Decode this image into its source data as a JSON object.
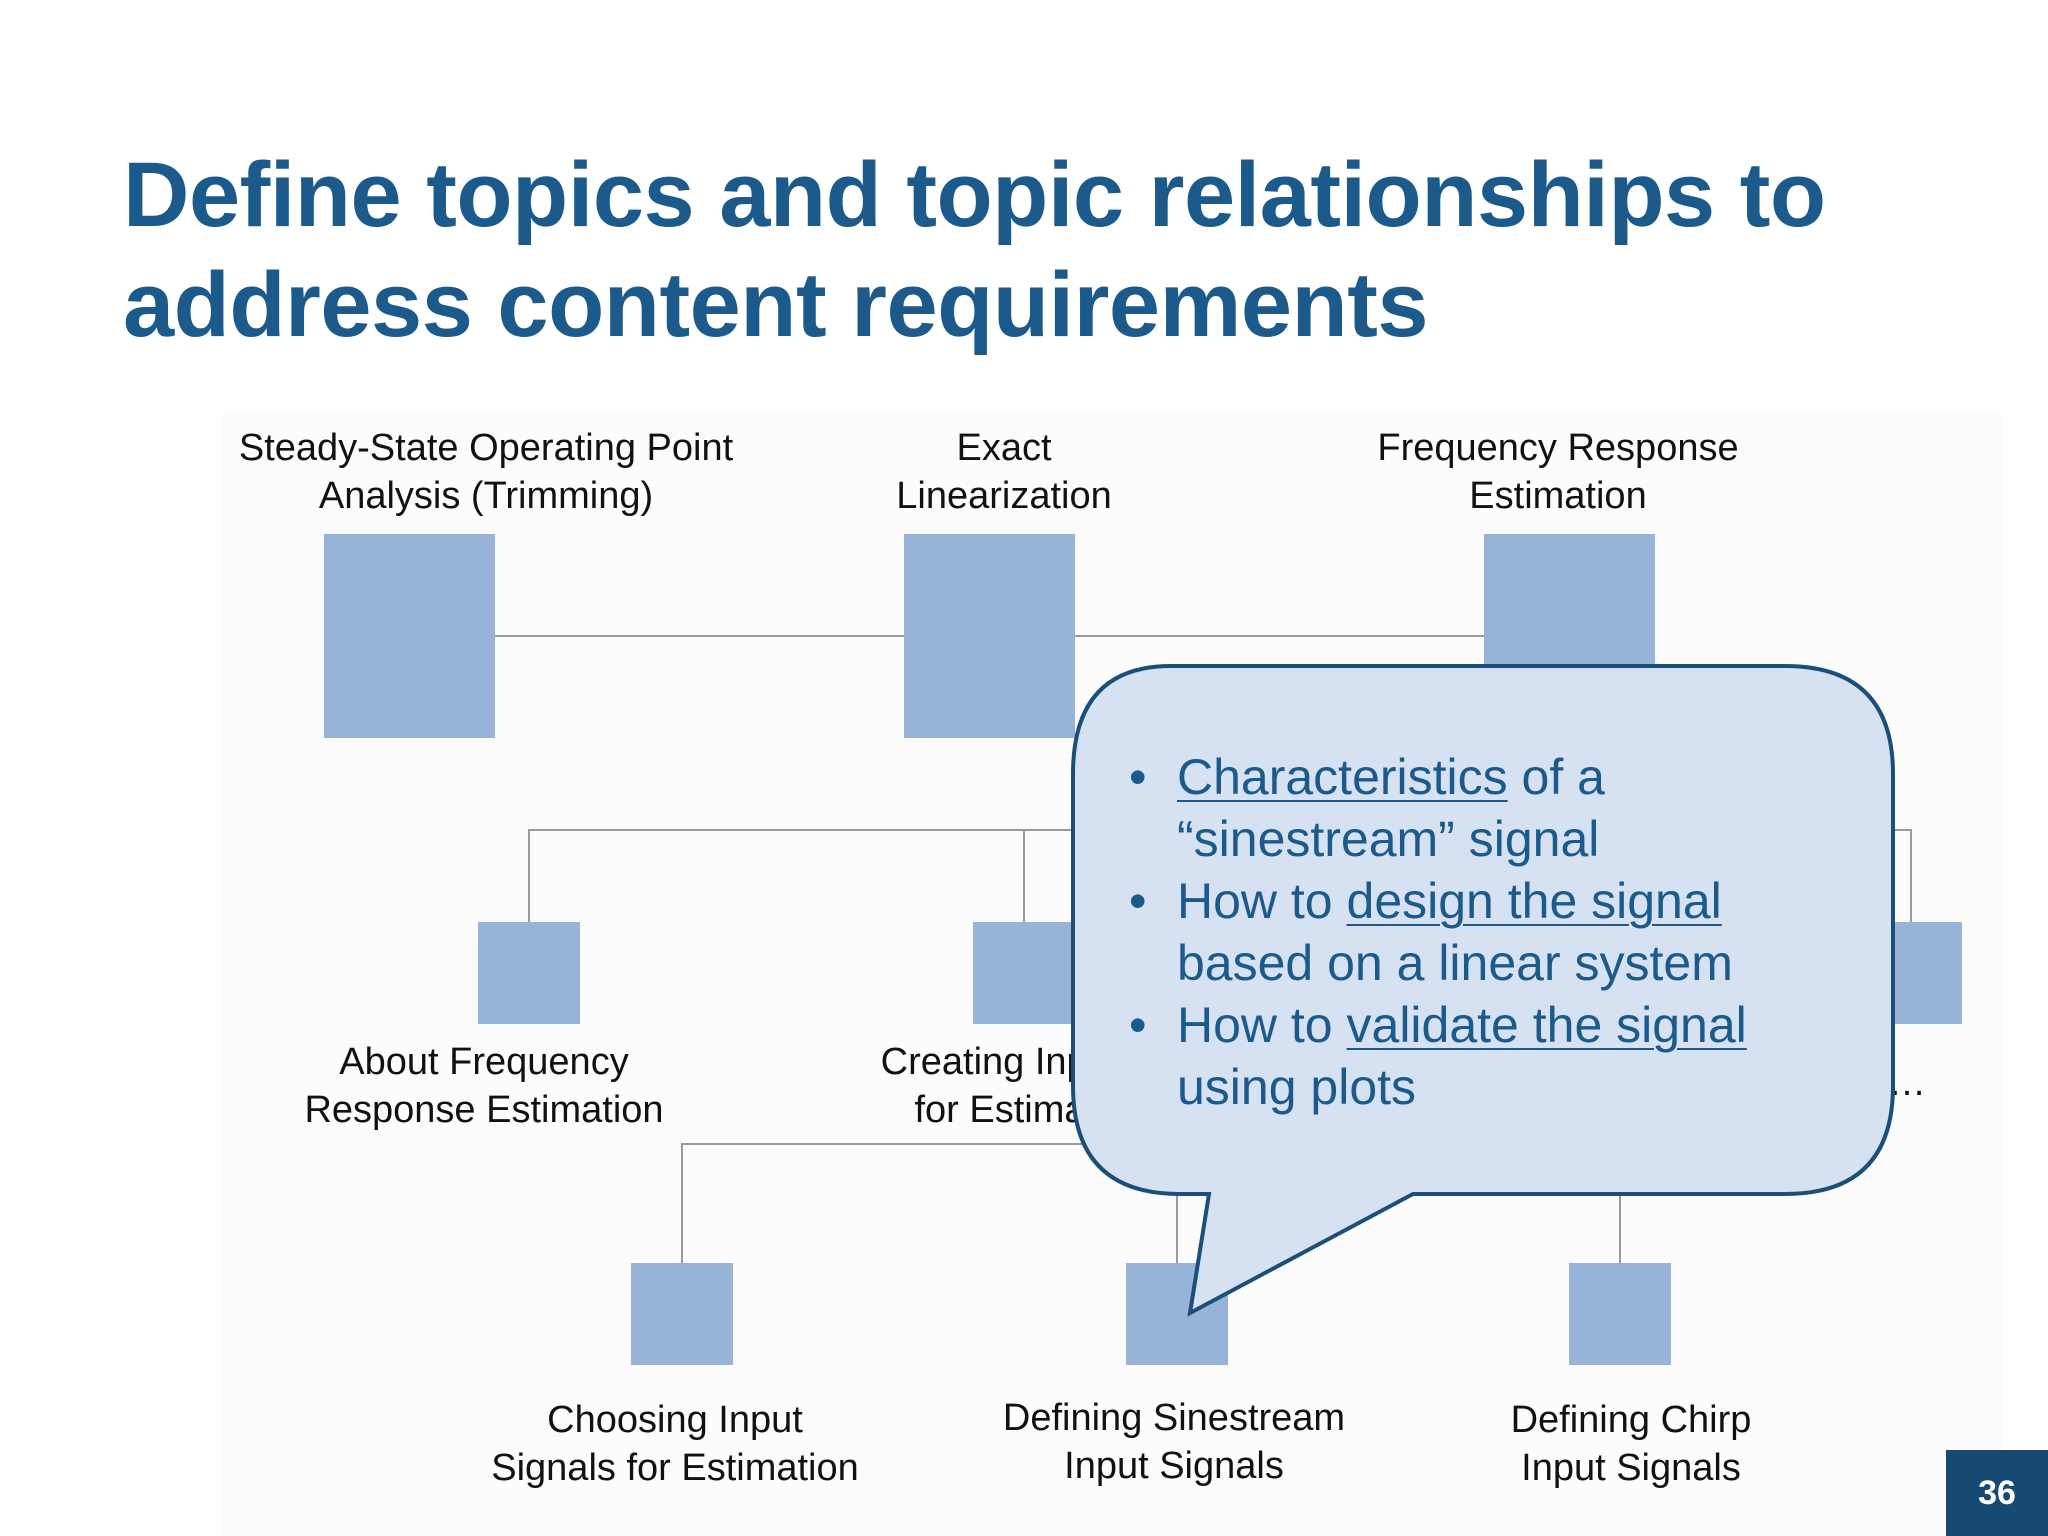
{
  "slide": {
    "title_line1": "Define topics and topic relationships to",
    "title_line2": "address content requirements",
    "page_number": "36"
  },
  "colors": {
    "title": "#1b5a8a",
    "node_fill": "#97b3d8",
    "connector": "#9a9a9a",
    "callout_fill": "#d6e2f2",
    "callout_stroke": "#1b4f7a",
    "page_badge": "#164a72"
  },
  "diagram": {
    "nodes": [
      {
        "id": "steady-state",
        "label_lines": [
          "Steady-State Operating Point",
          "Analysis (Trimming)"
        ]
      },
      {
        "id": "exact-linearization",
        "label_lines": [
          "Exact",
          "Linearization"
        ]
      },
      {
        "id": "frequency-response",
        "label_lines": [
          "Frequency Response",
          "Estimation"
        ]
      },
      {
        "id": "about-frequency",
        "label_lines": [
          "About Frequency",
          "Response Estimation"
        ]
      },
      {
        "id": "creating-input",
        "label_lines": [
          "Creating Input",
          "for Estima"
        ]
      },
      {
        "id": "hidden-right",
        "label_lines": []
      },
      {
        "id": "choosing-input",
        "label_lines": [
          "Choosing Input",
          "Signals for Estimation"
        ]
      },
      {
        "id": "defining-sinestream",
        "label_lines": [
          "Defining Sinestream",
          "Input Signals"
        ]
      },
      {
        "id": "defining-chirp",
        "label_lines": [
          "Defining Chirp",
          "Input Signals"
        ]
      }
    ],
    "edges": [
      [
        "steady-state",
        "exact-linearization"
      ],
      [
        "exact-linearization",
        "frequency-response"
      ],
      [
        "frequency-response",
        "about-frequency"
      ],
      [
        "frequency-response",
        "creating-input"
      ],
      [
        "frequency-response",
        "hidden-right"
      ],
      [
        "creating-input",
        "choosing-input"
      ],
      [
        "creating-input",
        "defining-sinestream"
      ],
      [
        "creating-input",
        "defining-chirp"
      ]
    ],
    "ellipsis": "…"
  },
  "callout": {
    "items": [
      {
        "link": "Characteristics",
        "rest_line1": " of a",
        "line2": "“sinestream” signal"
      },
      {
        "prefix": "How to ",
        "link": "design the signal",
        "line2": "based on a linear system"
      },
      {
        "prefix": "How to ",
        "link": "validate the signal",
        "line2": "using plots"
      }
    ]
  }
}
